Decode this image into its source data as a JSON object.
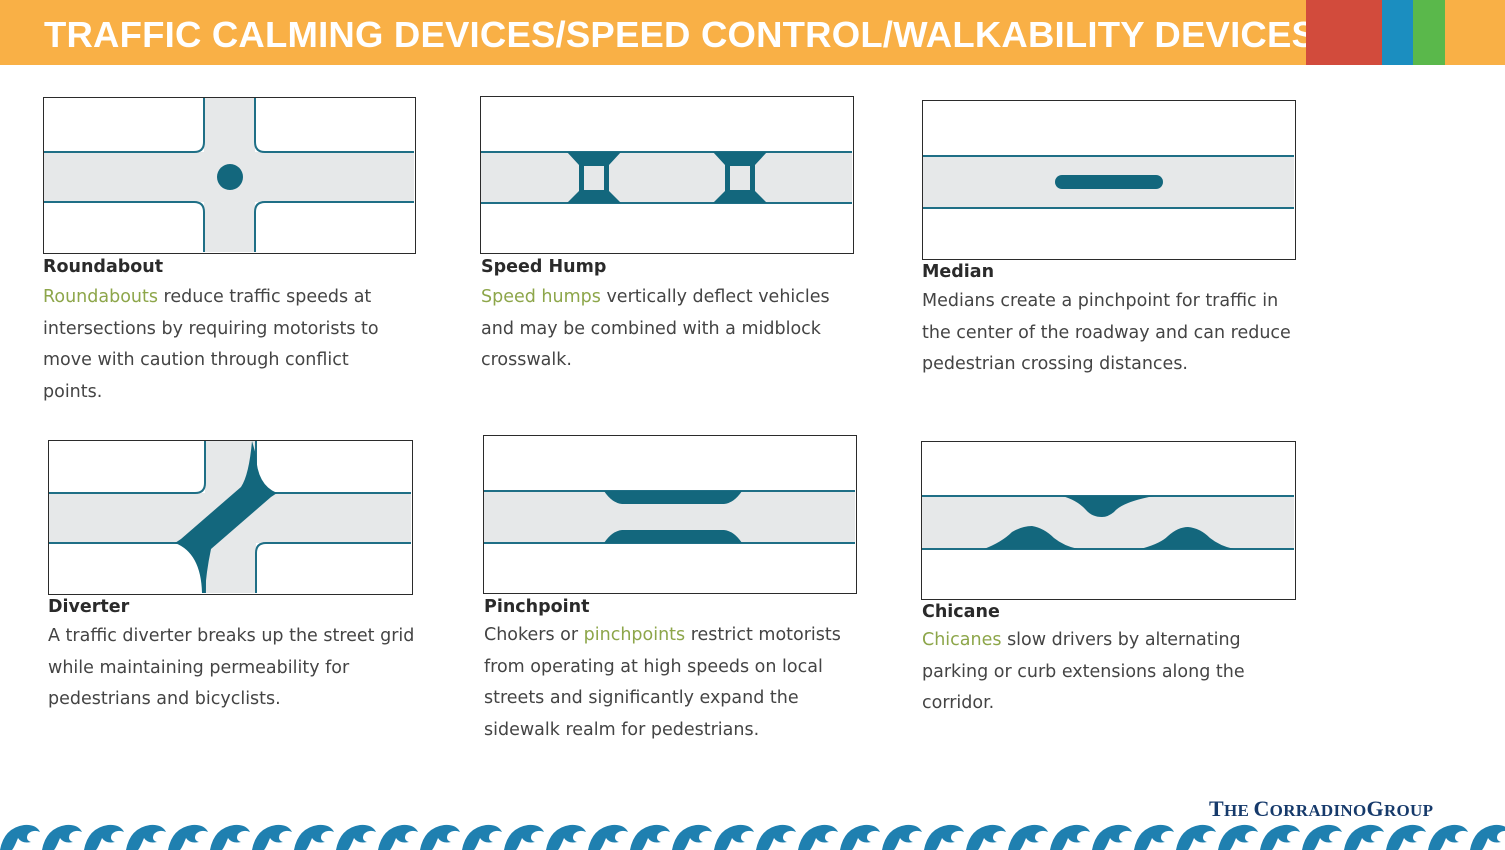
{
  "header": {
    "title": "TRAFFIC CALMING DEVICES/SPEED CONTROL/WALKABILITY DEVICES",
    "accent_colors": [
      "#f9b046",
      "#d24b3c",
      "#1b8ec0",
      "#5ab84b"
    ]
  },
  "colors": {
    "road": "#e6e8e9",
    "edge": "#1f6f86",
    "device": "#13677d",
    "link": "#8da64a"
  },
  "cards": [
    {
      "id": "roundabout",
      "title": "Roundabout",
      "desc": [
        {
          "t": "Roundabouts",
          "hl": true
        },
        {
          "t": " reduce traffic speeds at intersections by requiring motorists to move with caution through conflict points.",
          "hl": false
        }
      ]
    },
    {
      "id": "speed-hump",
      "title": "Speed Hump",
      "desc": [
        {
          "t": "Speed humps",
          "hl": true
        },
        {
          "t": " vertically deflect vehicles and may be combined with a midblock crosswalk.",
          "hl": false
        }
      ]
    },
    {
      "id": "median",
      "title": "Median",
      "desc": [
        {
          "t": "Medians create a pinchpoint for traffic in the center of the roadway and can reduce pedestrian crossing distances.",
          "hl": false
        }
      ]
    },
    {
      "id": "diverter",
      "title": "Diverter",
      "desc": [
        {
          "t": "A traffic diverter breaks up the street grid while maintaining permeability for pedestrians and bicyclists.",
          "hl": false
        }
      ]
    },
    {
      "id": "pinchpoint",
      "title": "Pinchpoint",
      "desc": [
        {
          "t": "Chokers or ",
          "hl": false
        },
        {
          "t": "pinchpoints",
          "hl": true
        },
        {
          "t": " restrict motorists from operating at high speeds on local streets and significantly expand the sidewalk realm for pedestrians.",
          "hl": false
        }
      ]
    },
    {
      "id": "chicane",
      "title": "Chicane",
      "desc": [
        {
          "t": "Chicanes",
          "hl": true
        },
        {
          "t": " slow drivers by alternating parking or curb extensions along the corridor.",
          "hl": false
        }
      ]
    }
  ],
  "logo": {
    "the": "T",
    "he": "HE",
    "c": "C",
    "orradino": "ORRADINO",
    "g": "G",
    "roup": "ROUP"
  }
}
